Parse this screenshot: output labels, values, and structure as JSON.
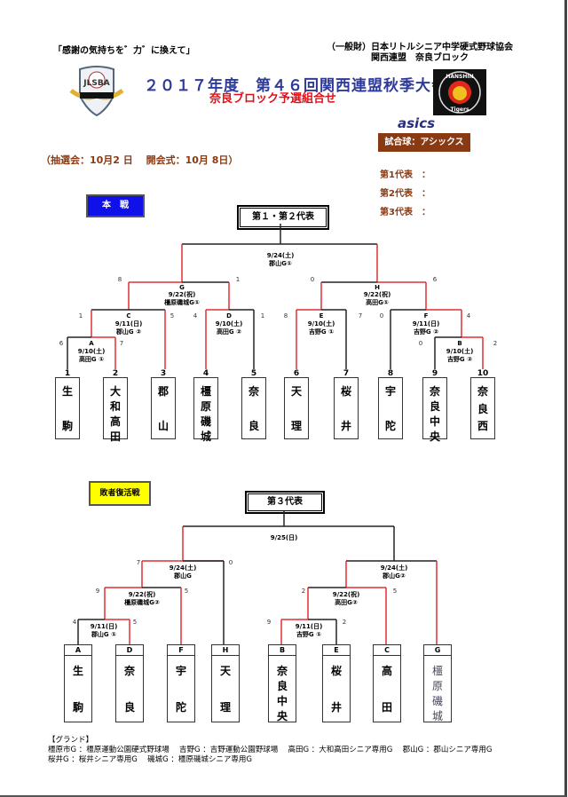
{
  "header": {
    "slogan": "「感謝の気持ちを゛力゛に換えて」",
    "org_line1": "（一般財）日本リトルシニア中学硬式野球協会",
    "org_line2": "関西連盟　奈良ブロック",
    "title": "２０１７年度　第４６回関西連盟秋季大会",
    "subtitle": "奈良ブロック予選組合せ",
    "logo_left": "JLSBA",
    "logo_right_top": "HANSHIN",
    "logo_right_bottom": "Tigers",
    "sponsor": "asics",
    "official_ball": "試合球：アシックス",
    "draw_info": "（抽選会：10月2 日　 開会式：10月 8日）",
    "representatives": [
      "第1代表　：",
      "第2代表　：",
      "第3代表　："
    ]
  },
  "colors": {
    "title_blue": "#2e3a9a",
    "title_red": "#e0101a",
    "brown": "#8a3a12",
    "win_line": "#e03030",
    "main_label": "#1010e8",
    "cons_label": "#ffff00"
  },
  "main_bracket": {
    "label": "本　戦",
    "header": "第１・第２代表",
    "games": {
      "final_left": {
        "date": "9/24(土)",
        "venue": "郡山G①"
      },
      "G": {
        "id": "G",
        "date": "9/22(祝)",
        "venue": "橿原磯城G①",
        "scores": [
          "8",
          "1"
        ]
      },
      "H": {
        "id": "H",
        "date": "9/22(祝)",
        "venue": "高田G①",
        "scores": [
          "0",
          "6"
        ]
      },
      "C": {
        "id": "C",
        "date": "9/11(日)",
        "venue": "郡山G ②",
        "scores": [
          "1",
          "5"
        ]
      },
      "D": {
        "id": "D",
        "date": "9/10(土)",
        "venue": "高田G ②",
        "scores": [
          "4",
          "1"
        ]
      },
      "A": {
        "id": "A",
        "date": "9/10(土)",
        "venue": "高田G ①",
        "scores": [
          "6",
          "7"
        ]
      },
      "E": {
        "id": "E",
        "date": "9/10(土)",
        "venue": "吉野G ①",
        "scores": [
          "8",
          "7"
        ]
      },
      "F": {
        "id": "F",
        "date": "9/11(日)",
        "venue": "吉野G ②",
        "scores": [
          "0",
          "4"
        ]
      },
      "B": {
        "id": "B",
        "date": "9/10(土)",
        "venue": "吉野G ②",
        "scores": [
          "0",
          "2"
        ]
      }
    },
    "teams": [
      {
        "no": "1",
        "name": [
          "生",
          "",
          "駒"
        ]
      },
      {
        "no": "2",
        "name": [
          "大",
          "和",
          "高",
          "田"
        ]
      },
      {
        "no": "3",
        "name": [
          "郡",
          "",
          "山"
        ]
      },
      {
        "no": "4",
        "name": [
          "橿",
          "原",
          "磯",
          "城"
        ]
      },
      {
        "no": "5",
        "name": [
          "奈",
          "",
          "良"
        ]
      },
      {
        "no": "6",
        "name": [
          "天",
          "",
          "理"
        ]
      },
      {
        "no": "7",
        "name": [
          "桜",
          "",
          "井"
        ]
      },
      {
        "no": "8",
        "name": [
          "宇",
          "",
          "陀"
        ]
      },
      {
        "no": "9",
        "name": [
          "奈",
          "良",
          "中",
          "央"
        ]
      },
      {
        "no": "10",
        "name": [
          "奈",
          "良",
          "西"
        ]
      }
    ]
  },
  "consolation_bracket": {
    "label": "敗者復活戦",
    "header": "第３代表",
    "games": {
      "final": {
        "date": "9/25(日)"
      },
      "left_semi": {
        "date": "9/24(土)",
        "venue": "郡山G",
        "scores": [
          "7",
          "0"
        ]
      },
      "right_semi": {
        "date": "9/24(土)",
        "venue": "郡山G②"
      },
      "left_q": {
        "date": "9/22(祝)",
        "venue": "橿原磯城G②",
        "scores": [
          "9",
          "5"
        ]
      },
      "right_q": {
        "date": "9/22(祝)",
        "venue": "高田G②",
        "scores": [
          "2",
          "5"
        ]
      },
      "left_r1": {
        "date": "9/11(日)",
        "venue": "郡山G ①",
        "scores": [
          "4",
          "5"
        ]
      },
      "right_r1": {
        "date": "9/11(日)",
        "venue": "吉野G ①",
        "scores": [
          "9",
          "2"
        ]
      }
    },
    "teams": [
      {
        "slot": "A",
        "name": [
          "生",
          "",
          "駒"
        ]
      },
      {
        "slot": "D",
        "name": [
          "奈",
          "",
          "良"
        ]
      },
      {
        "slot": "F",
        "name": [
          "宇",
          "",
          "陀"
        ]
      },
      {
        "slot": "H",
        "name": [
          "天",
          "",
          "理"
        ]
      },
      {
        "slot": "B",
        "name": [
          "奈",
          "良",
          "中",
          "央"
        ]
      },
      {
        "slot": "E",
        "name": [
          "桜",
          "",
          "井"
        ]
      },
      {
        "slot": "C",
        "name": [
          "高",
          "",
          "田"
        ]
      },
      {
        "slot": "G",
        "name": [
          "橿",
          "原",
          "磯",
          "城"
        ]
      }
    ]
  },
  "grounds": {
    "title": "【グランド】",
    "line1": "橿原市G ：橿原運動公園硬式野球場　 吉野G ：吉野運動公園野球場　 高田G ：大和高田シニア専用G　 郡山G ：郡山シニア専用G",
    "line2": "桜井G ：桜井シニア専用G　 磯城G ：橿原磯城シニア専用G"
  }
}
